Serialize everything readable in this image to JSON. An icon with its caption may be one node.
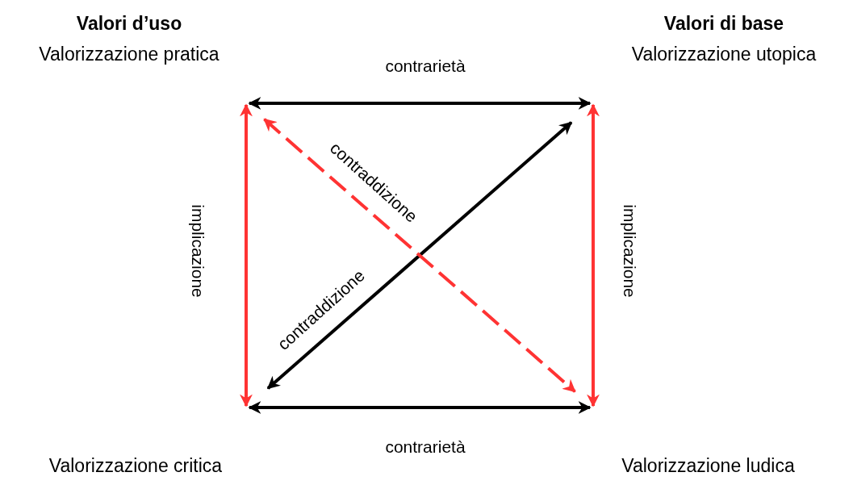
{
  "diagram": {
    "nodes": [
      {
        "text": [
          "Valori d’uso",
          "Valorizzazione pratica"
        ]
      },
      {
        "text": [
          "Valori di base",
          "Valorizzazione utopica"
        ]
      },
      {
        "text": [
          "Valorizzazione critica"
        ]
      },
      {
        "text": [
          "Valorizzazione ludica"
        ]
      }
    ],
    "edges": [
      {
        "from": 0,
        "to": 1,
        "arrow": "both",
        "label": "contrarietà",
        "color": "#000000"
      },
      {
        "from": 2,
        "to": 3,
        "arrow": "both",
        "label": "contrarietà",
        "color": "#000000"
      },
      {
        "from": 0,
        "to": 2,
        "arrow": "both",
        "label": "implicazione",
        "color": "#ff3333"
      },
      {
        "from": 1,
        "to": 3,
        "arrow": "both",
        "label": "implicazione",
        "color": "#ff3333"
      },
      {
        "from": 2,
        "to": 1,
        "arrow": "both",
        "label": "contraddizione",
        "color": "#000000"
      },
      {
        "from": 0,
        "to": 3,
        "arrow": "both",
        "label": "contraddizione",
        "style": "dashed",
        "color": "#ff3333"
      }
    ]
  }
}
